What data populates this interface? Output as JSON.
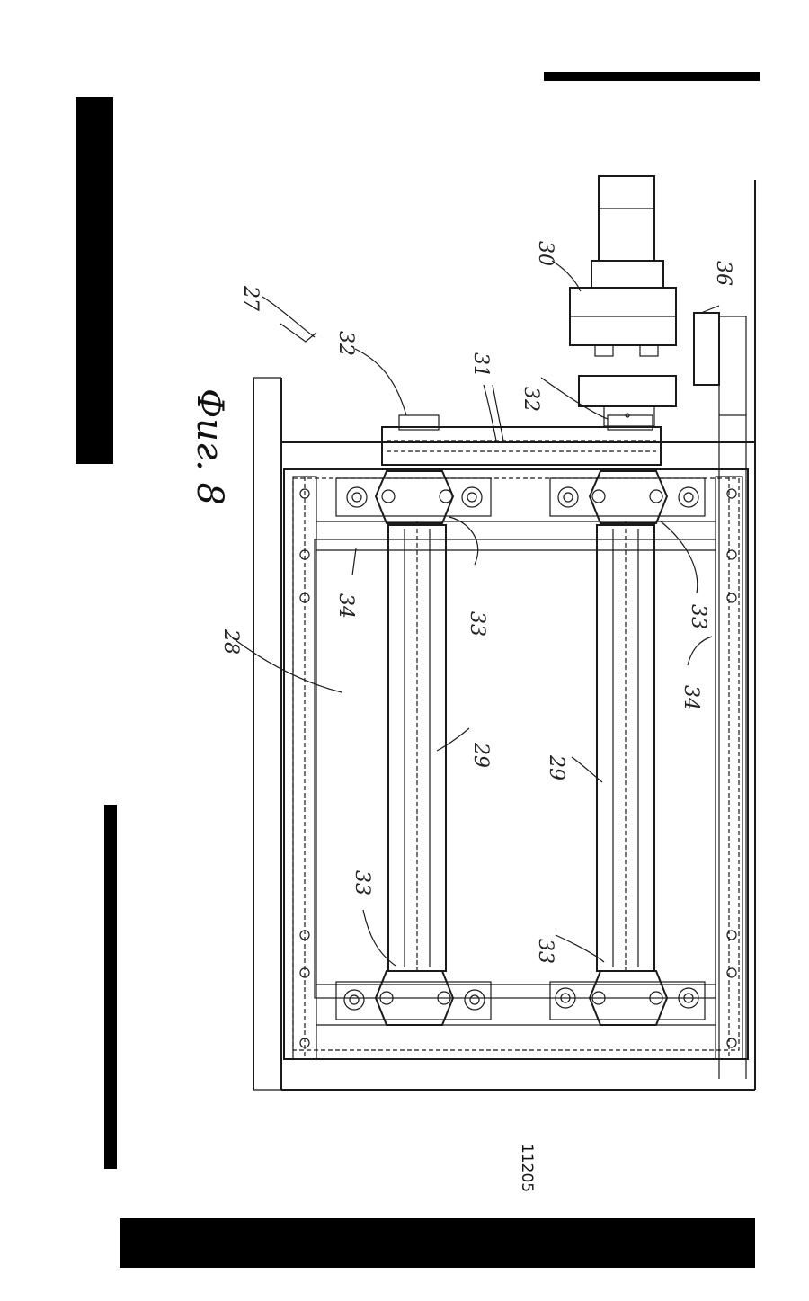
{
  "figure": {
    "title": "Фиг. 8",
    "page_number": "11205"
  },
  "labels": {
    "l27": "27",
    "l28": "28",
    "l29a": "29",
    "l29b": "29",
    "l30": "30",
    "l31": "31",
    "l32a": "32",
    "l32b": "32",
    "l33a": "33",
    "l33b": "33",
    "l33c": "33",
    "l33d": "33",
    "l34a": "34",
    "l34b": "34",
    "l36": "36"
  }
}
